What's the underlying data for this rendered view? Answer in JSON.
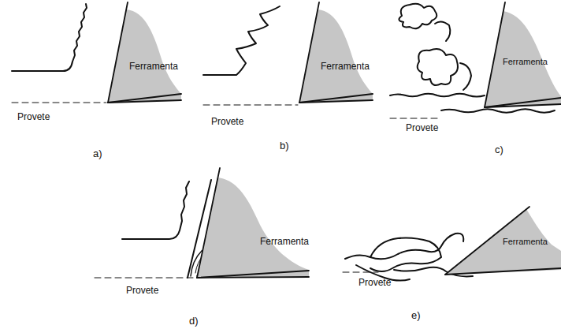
{
  "diagram": {
    "nodes": [
      {
        "text": [
          "Ferramenta"
        ]
      },
      {
        "text": [
          "Ferramenta"
        ]
      },
      {
        "text": [
          "Ferramenta"
        ]
      },
      {
        "text": [
          "Ferramenta"
        ]
      },
      {
        "text": [
          "Ferramenta"
        ]
      }
    ],
    "labels": [
      "Provete",
      "a)",
      "Provete",
      "b)",
      "Provete",
      "c)",
      "Provete",
      "d)",
      "Provete",
      "e)"
    ]
  }
}
